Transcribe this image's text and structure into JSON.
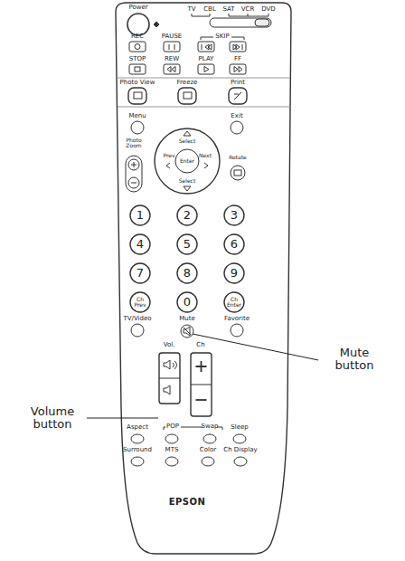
{
  "diagram": {
    "labels": [
      "Power",
      "TV",
      "CBL",
      "SAT",
      "VCR",
      "DVD",
      "REC",
      "PAUSE",
      "SKIP",
      "STOP",
      "REW",
      "PLAY",
      "FF",
      "Photo View",
      "Freeze",
      "Print",
      "Menu",
      "Exit",
      "Select",
      "Photo Zoom",
      "Prev",
      "Enter",
      "Next",
      "Rotate",
      "Select",
      "1",
      "2",
      "3",
      "4",
      "5",
      "6",
      "7",
      "8",
      "9",
      "Ch Prev",
      "0",
      "Ch Enter",
      "TV/Video",
      "Mute",
      "Favorite",
      "Vol.",
      "Ch",
      "Aspect",
      "POP",
      "Swap",
      "Sleep",
      "Surround",
      "MTS",
      "Color",
      "Ch Display",
      "EPSON",
      "Volume button",
      "Mute button"
    ]
  }
}
